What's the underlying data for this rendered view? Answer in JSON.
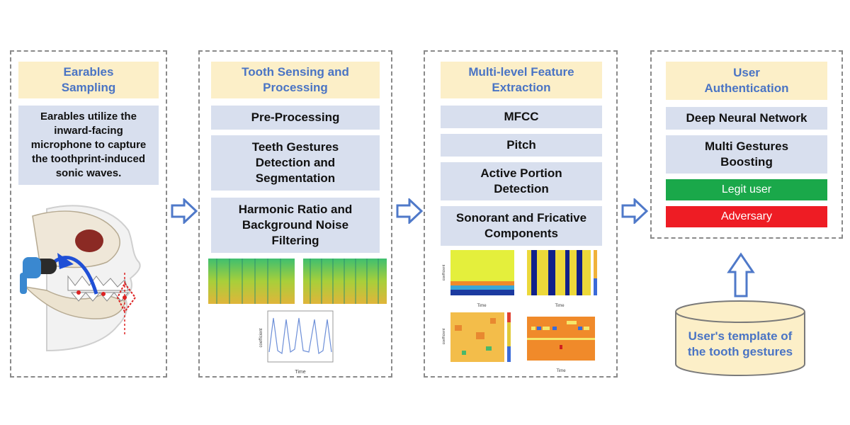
{
  "panels": {
    "sampling": {
      "title": "Earables\nSampling",
      "description": "Earables utilize the\ninward-facing\nmicrophone to capture\nthe toothprint-induced\nsonic waves."
    },
    "sensing": {
      "title": "Tooth Sensing and\nProcessing",
      "steps": [
        "Pre-Processing",
        "Teeth Gestures\nDetection  and\nSegmentation",
        "Harmonic Ratio and\nBackground Noise\nFiltering"
      ]
    },
    "features": {
      "title": "Multi-level Feature\nExtraction",
      "steps": [
        "MFCC",
        "Pitch",
        "Active Portion\nDetection",
        "Sonorant and Fricative\nComponents"
      ]
    },
    "auth": {
      "title": "User\nAuthentication",
      "steps": [
        "Deep Neural Network",
        "Multi Gestures\nBoosting"
      ],
      "legit_label": "Legit user",
      "adversary_label": "Adversary"
    }
  },
  "template_db": {
    "label": "User's template of\nthe tooth gestures"
  },
  "plot_labels": {
    "time": "Time",
    "coefficient": "coefficient"
  },
  "colors": {
    "header_bg": "#fcefc8",
    "header_text": "#4a74c4",
    "step_bg": "#d8dfee",
    "legit": "#1aa84a",
    "adversary": "#ee1c24",
    "arrow": "#4f79c9",
    "db_fill": "#fcefc8"
  }
}
